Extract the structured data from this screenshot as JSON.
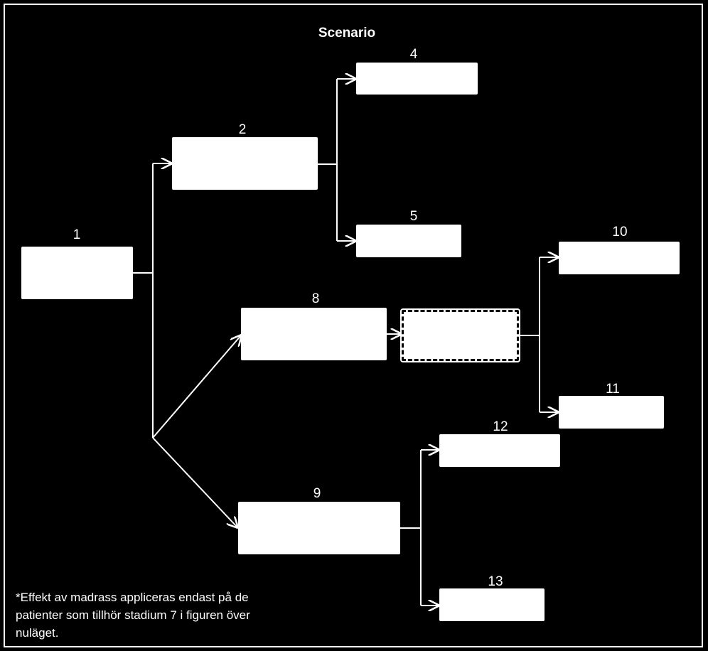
{
  "diagram": {
    "title": "Scenario",
    "nodes": [
      {
        "id": "n1",
        "label": "1"
      },
      {
        "id": "n2",
        "label": "2"
      },
      {
        "id": "n4",
        "label": "4"
      },
      {
        "id": "n5",
        "label": "5"
      },
      {
        "id": "n8",
        "label": "8"
      },
      {
        "id": "n_dashed",
        "label": ""
      },
      {
        "id": "n9",
        "label": "9"
      },
      {
        "id": "n10",
        "label": "10"
      },
      {
        "id": "n11",
        "label": "11"
      },
      {
        "id": "n12",
        "label": "12"
      },
      {
        "id": "n13",
        "label": "13"
      }
    ],
    "edges": [
      {
        "from": "n1",
        "to": "n2"
      },
      {
        "from": "n1",
        "to": "n8"
      },
      {
        "from": "n1",
        "to": "n9"
      },
      {
        "from": "n2",
        "to": "n4"
      },
      {
        "from": "n2",
        "to": "n5"
      },
      {
        "from": "n8",
        "to": "n_dashed"
      },
      {
        "from": "n_dashed",
        "to": "n10"
      },
      {
        "from": "n_dashed",
        "to": "n11"
      },
      {
        "from": "n9",
        "to": "n12"
      },
      {
        "from": "n9",
        "to": "n13"
      }
    ],
    "footnote": "*Effekt av madrass appliceras endast på de\npatienter som tillhör stadium 7 i figuren över\nnuläget."
  }
}
